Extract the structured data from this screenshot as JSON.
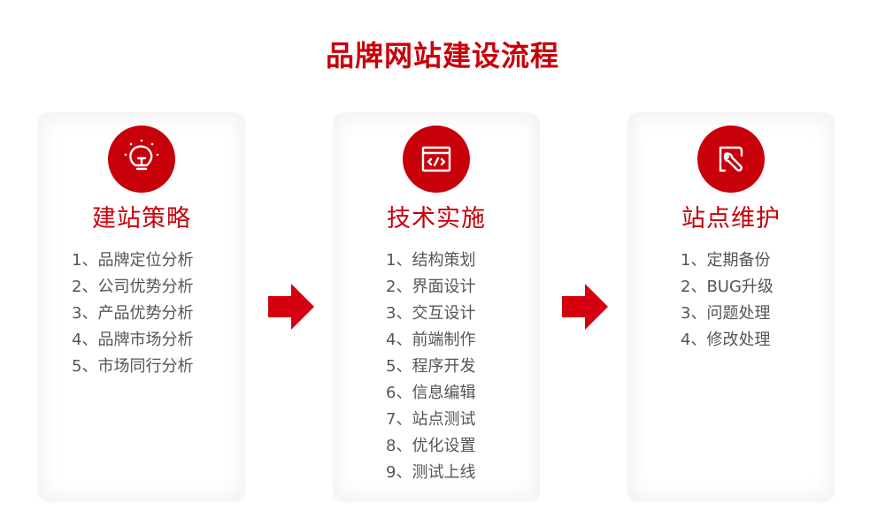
{
  "title": "品牌网站建设流程",
  "colors": {
    "accent": "#c8000a",
    "text": "#555555",
    "background": "#ffffff"
  },
  "steps": [
    {
      "icon": "lightbulb-icon",
      "title": "建站策略",
      "items": [
        "1、品牌定位分析",
        "2、公司优势分析",
        "3、产品优势分析",
        "4、品牌市场分析",
        "5、市场同行分析"
      ]
    },
    {
      "icon": "code-window-icon",
      "title": "技术实施",
      "items": [
        "1、结构策划",
        "2、界面设计",
        "3、交互设计",
        "4、前端制作",
        "5、程序开发",
        "6、信息编辑",
        "7、站点测试",
        "8、优化设置",
        "9、测试上线"
      ]
    },
    {
      "icon": "wrench-document-icon",
      "title": "站点维护",
      "items": [
        "1、定期备份",
        "2、BUG升级",
        "3、问题处理",
        "4、修改处理"
      ]
    }
  ],
  "connectors": [
    "arrow-right-icon",
    "arrow-right-icon"
  ]
}
